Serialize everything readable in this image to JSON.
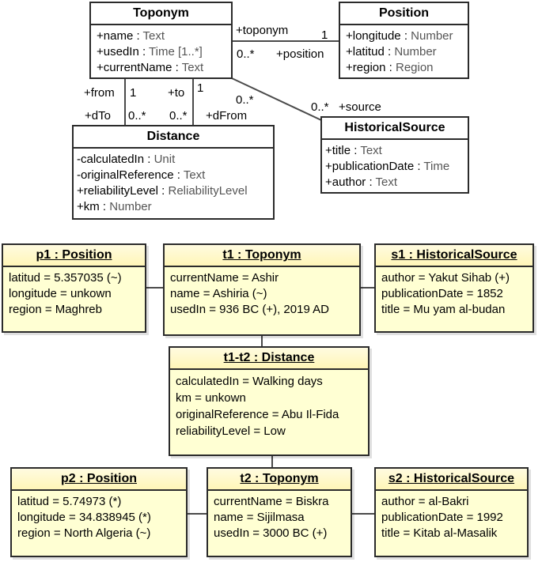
{
  "classes": {
    "toponym": {
      "title": "Toponym",
      "attrs": [
        {
          "name": "+name",
          "type": "Text"
        },
        {
          "name": "+usedIn",
          "type": "Time [1..*]"
        },
        {
          "name": "+currentName",
          "type": "Text"
        }
      ]
    },
    "position": {
      "title": "Position",
      "attrs": [
        {
          "name": "+longitude",
          "type": "Number"
        },
        {
          "name": "+latitud",
          "type": "Number"
        },
        {
          "name": "+region",
          "type": "Region"
        }
      ]
    },
    "distance": {
      "title": "Distance",
      "attrs": [
        {
          "name": "-calculatedIn",
          "type": "Unit"
        },
        {
          "name": "-originalReference",
          "type": "Text"
        },
        {
          "name": "+reliabilityLevel",
          "type": "ReliabilityLevel"
        },
        {
          "name": "+km",
          "type": "Number"
        }
      ]
    },
    "historical_source": {
      "title": "HistoricalSource",
      "attrs": [
        {
          "name": "+title",
          "type": "Text"
        },
        {
          "name": "+publicationDate",
          "type": "Time"
        },
        {
          "name": "+author",
          "type": "Text"
        }
      ]
    }
  },
  "assoc_labels": {
    "toponym_role": "+toponym",
    "toponym_mult_1": "1",
    "position_mult": "0..*",
    "position_role": "+position",
    "from_role": "+from",
    "from_mult": "1",
    "to_role": "+to",
    "to_mult": "1",
    "dto_role": "+dTo",
    "dto_mult": "0..*",
    "dfrom_mult": "0..*",
    "dfrom_role": "+dFrom",
    "source_top_mult": "0..*",
    "source_mult": "0..*",
    "source_role": "+source"
  },
  "objects": {
    "p1": {
      "title": "p1 : Position",
      "rows": [
        "latitud = 5.357035 (~)",
        "longitude = unkown",
        "region = Maghreb"
      ]
    },
    "t1": {
      "title": "t1 : Toponym",
      "rows": [
        "currentName = Ashir",
        "name = Ashiria (~)",
        "usedIn = 936 BC (+), 2019 AD"
      ]
    },
    "s1": {
      "title": "s1 : HistoricalSource",
      "rows": [
        "author = Yakut Sihab (+)",
        "publicationDate = 1852",
        "title = Mu yam al-budan"
      ]
    },
    "t1t2": {
      "title": "t1-t2 : Distance",
      "rows": [
        "calculatedIn = Walking days",
        "km = unkown",
        "originalReference = Abu Il-Fida",
        "reliabilityLevel = Low"
      ]
    },
    "p2": {
      "title": "p2 : Position",
      "rows": [
        "latitud = 5.74973 (*)",
        "longitude = 34.838945 (*)",
        "region = North Algeria (~)"
      ]
    },
    "t2": {
      "title": "t2 : Toponym",
      "rows": [
        "currentName = Biskra",
        "name = Sijilmasa",
        "usedIn = 3000 BC (+)"
      ]
    },
    "s2": {
      "title": "s2 : HistoricalSource",
      "rows": [
        "author = al-Bakri",
        "publicationDate = 1992",
        "title = Kitab al-Masalik"
      ]
    }
  }
}
